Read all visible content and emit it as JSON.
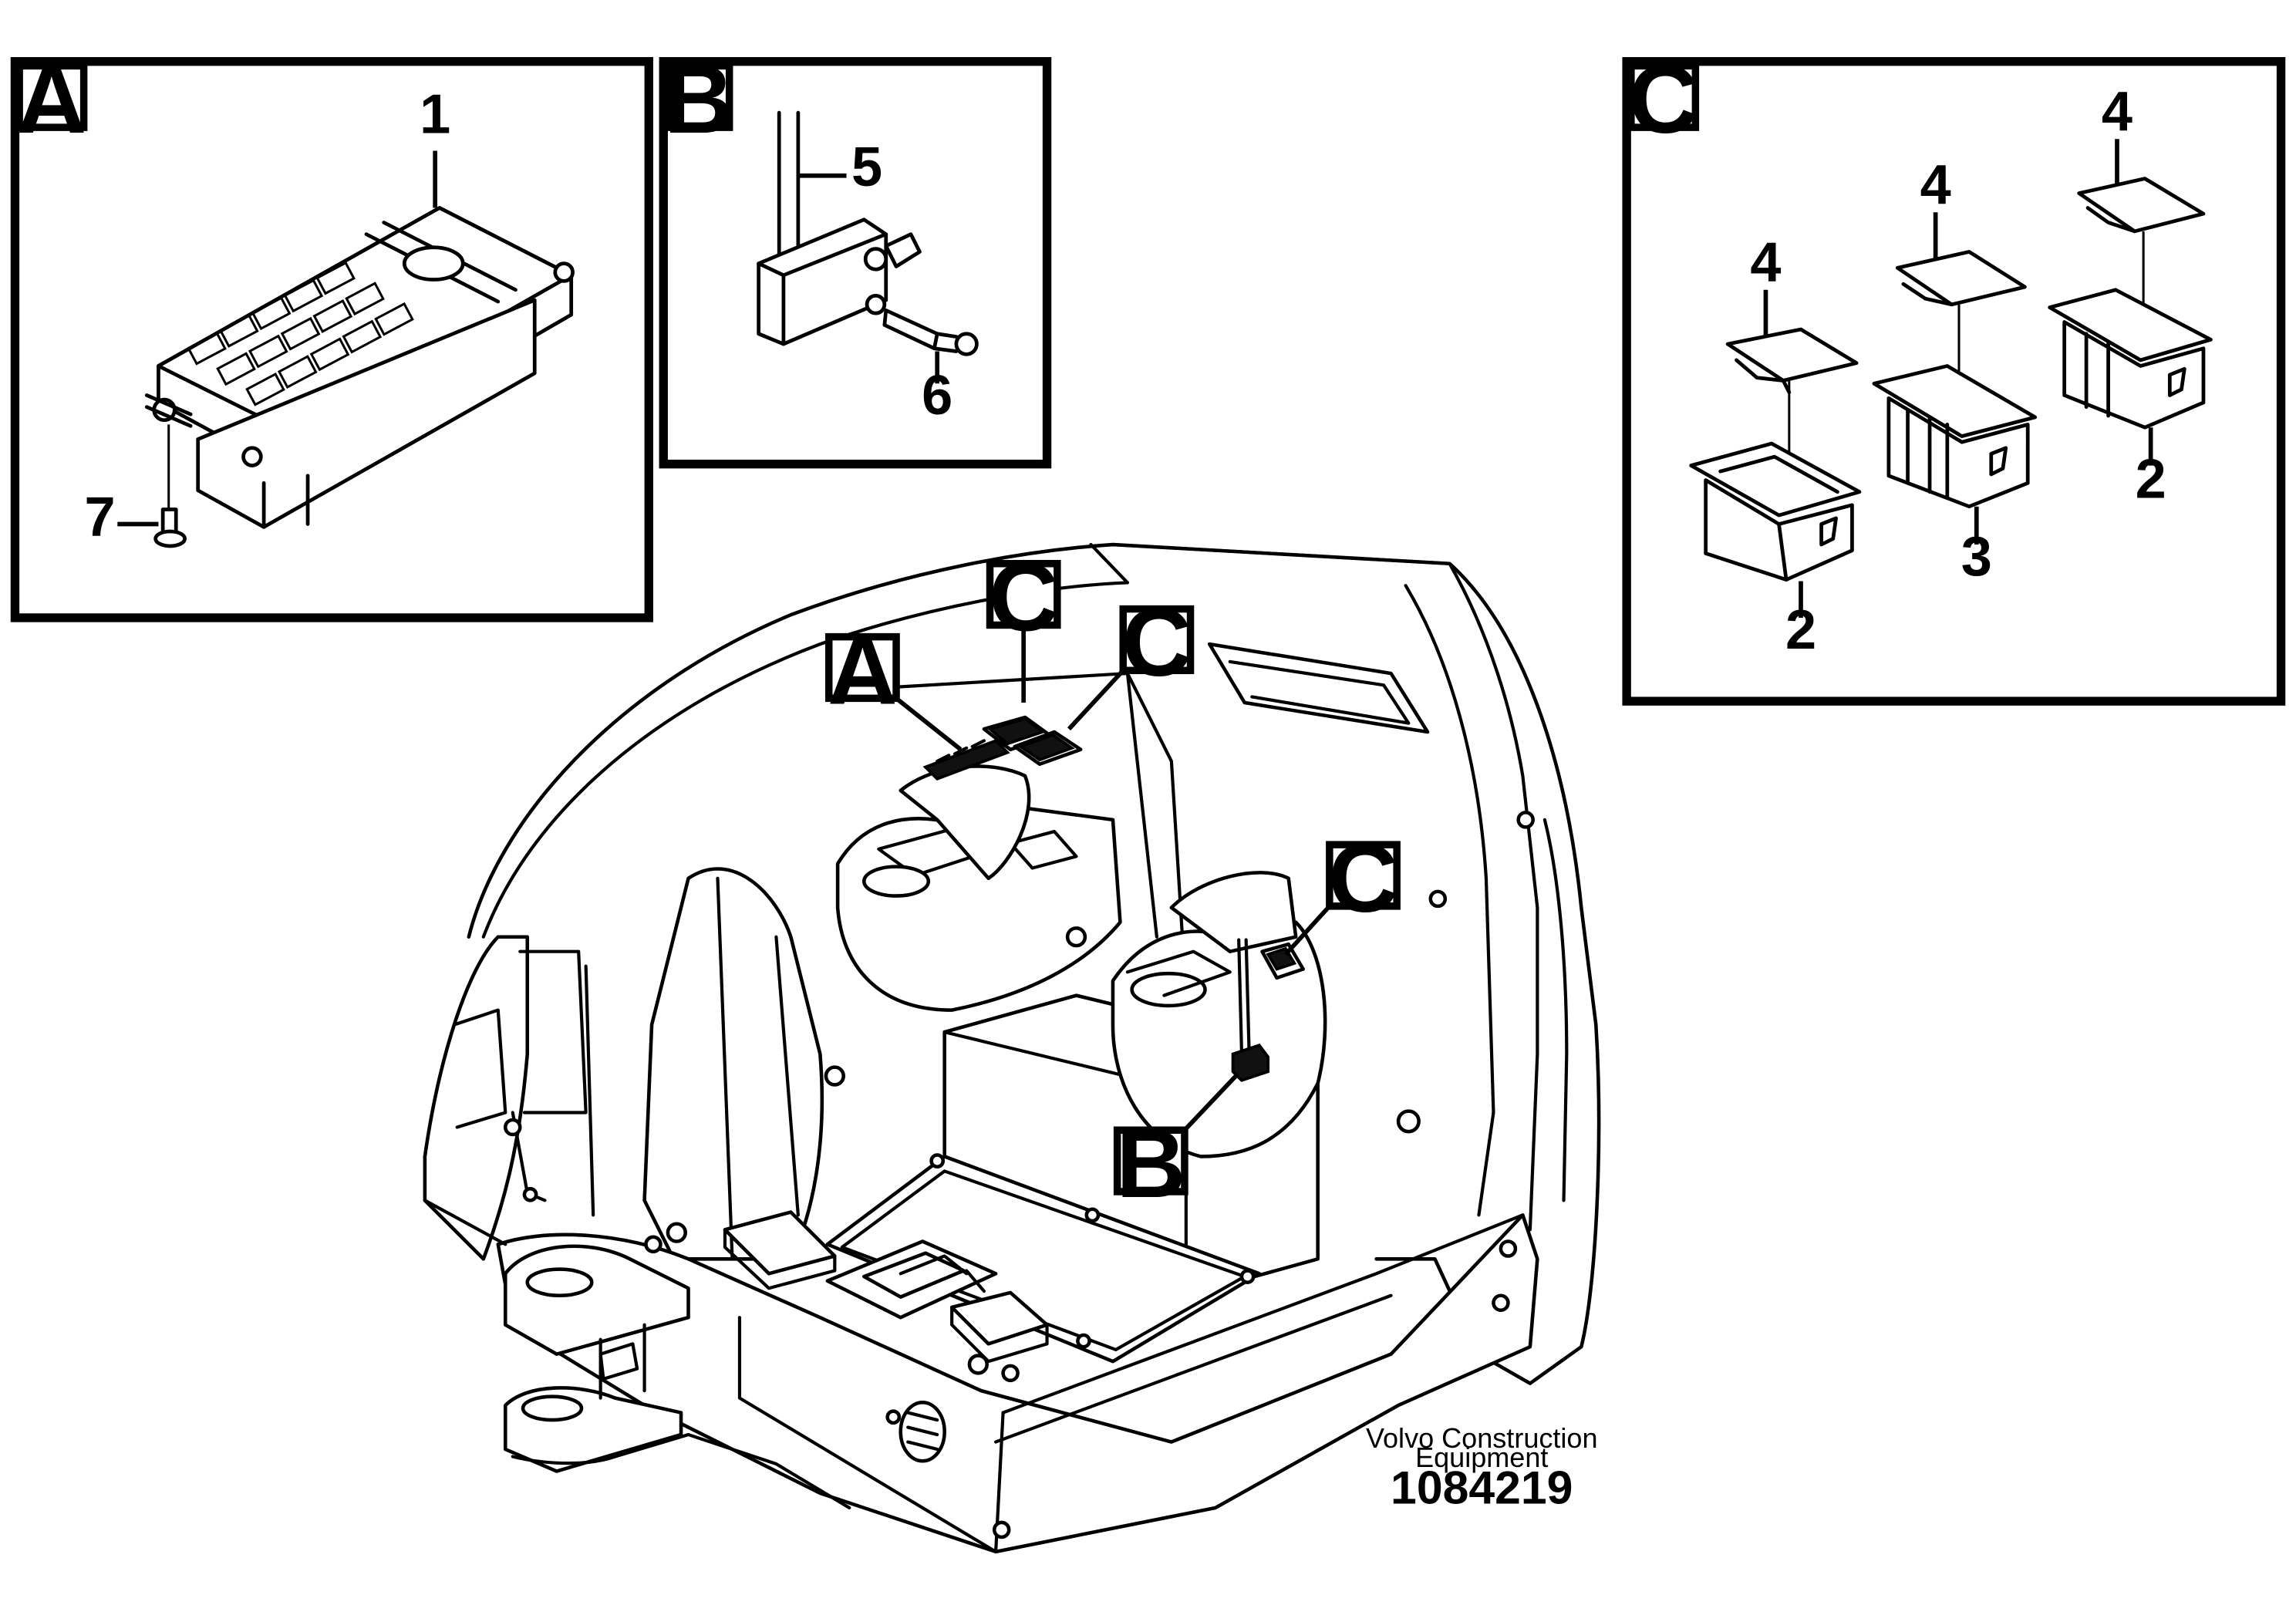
{
  "callouts": {
    "A": "A",
    "B": "B",
    "C": "C"
  },
  "parts": {
    "p1": "1",
    "p2": "2",
    "p3": "3",
    "p4": "4",
    "p5": "5",
    "p6": "6",
    "p7": "7"
  },
  "footer": {
    "maker_line1": "Volvo Construction",
    "maker_line2": "Equipment",
    "drawing_number": "1084219"
  }
}
